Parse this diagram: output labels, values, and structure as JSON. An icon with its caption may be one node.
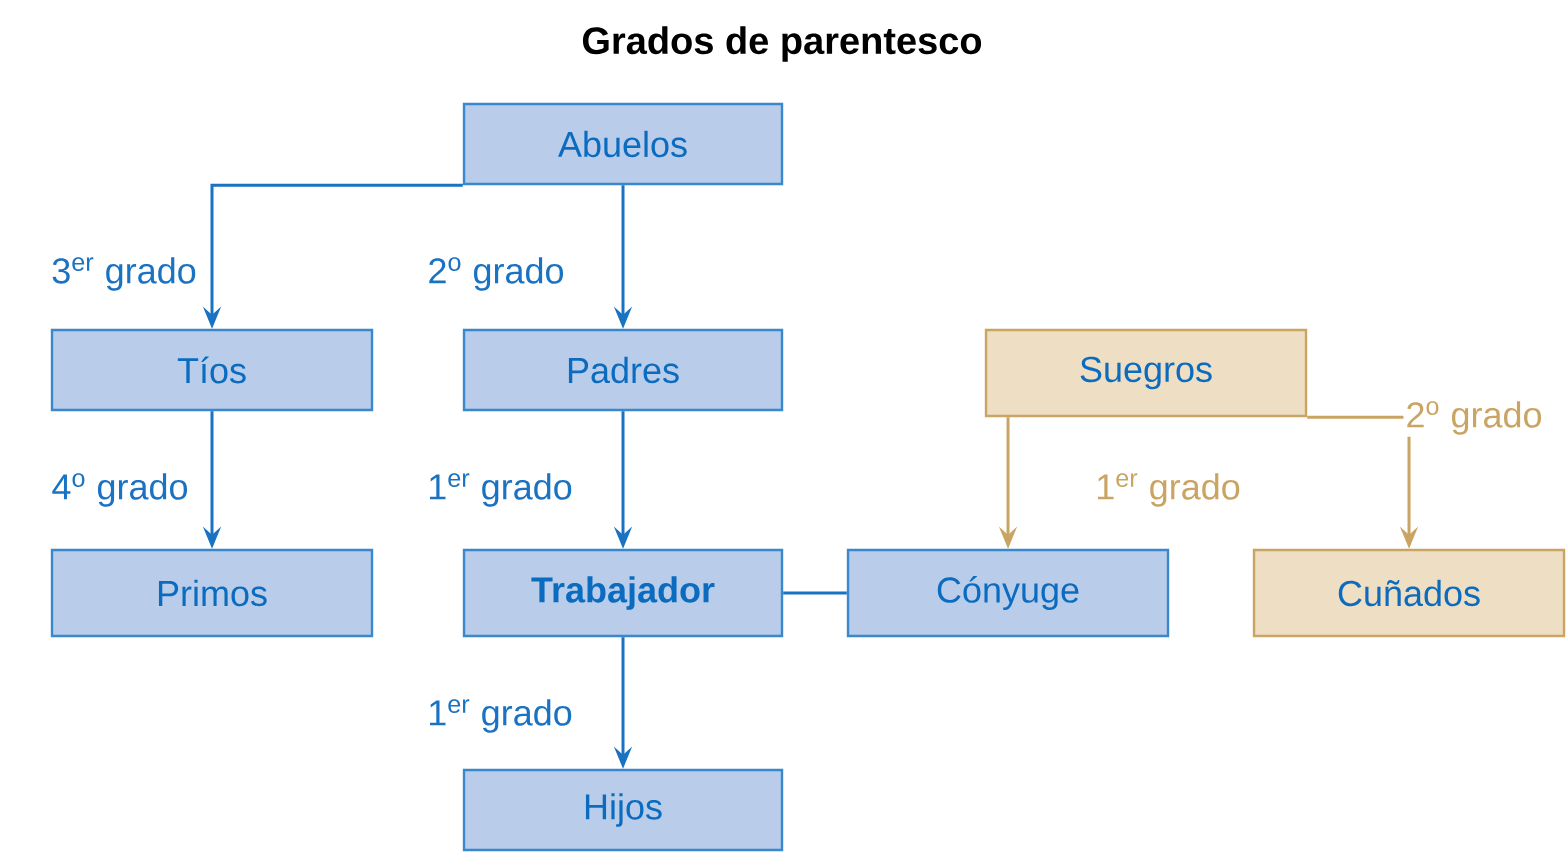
{
  "diagram": {
    "title": "Grados de parentesco",
    "nodes": [
      {
        "text": [
          "Abuelos"
        ]
      },
      {
        "text": [
          "Tíos"
        ]
      },
      {
        "text": [
          "Padres"
        ]
      },
      {
        "text": [
          "Suegros"
        ]
      },
      {
        "text": [
          "Primos"
        ]
      },
      {
        "text": [
          "Trabajador"
        ]
      },
      {
        "text": [
          "Cónyuge"
        ]
      },
      {
        "text": [
          "Cuñados"
        ]
      },
      {
        "text": [
          "Hijos"
        ]
      }
    ],
    "edges": [
      {
        "from": 0,
        "to": 1,
        "arrow": "to",
        "label": "3$^{er}$ grado"
      },
      {
        "from": 0,
        "to": 2,
        "arrow": "to",
        "label": "2$^{o}$ grado"
      },
      {
        "from": 1,
        "to": 4,
        "arrow": "to",
        "label": "4$^{o}$ grado"
      },
      {
        "from": 2,
        "to": 5,
        "arrow": "to",
        "label": "1$^{er}$ grado"
      },
      {
        "from": 3,
        "to": 6,
        "arrow": "to",
        "label": "1$^{er}$ grado",
        "color": "#c9a463"
      },
      {
        "from": 3,
        "to": 7,
        "arrow": "to",
        "label": "2$^{o}$ grado",
        "color": "#c9a463"
      },
      {
        "from": 5,
        "to": 6,
        "arrow": "none"
      },
      {
        "from": 5,
        "to": 8,
        "arrow": "to",
        "label": "1$^{er}$ grado"
      }
    ]
  }
}
